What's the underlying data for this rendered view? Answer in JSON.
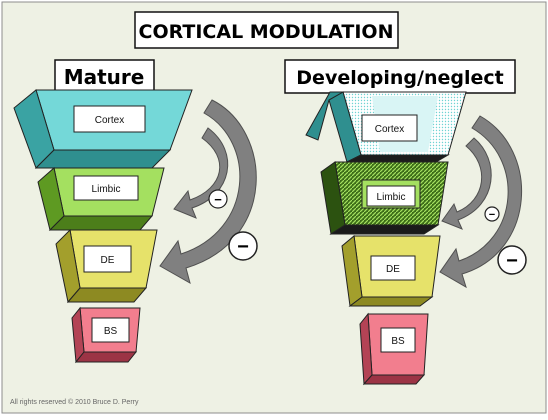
{
  "title": "CORTICAL MODULATION",
  "panels": {
    "mature": {
      "heading": "Mature",
      "layers": [
        "Cortex",
        "Limbic",
        "DE",
        "BS"
      ],
      "arrow_signs": [
        "−",
        "−"
      ]
    },
    "developing": {
      "heading": "Developing/neglect",
      "layers": [
        "Cortex",
        "Limbic",
        "DE",
        "BS"
      ],
      "arrow_signs": [
        "−",
        "−"
      ]
    }
  },
  "footer": "All rights reserved © 2010 Bruce D. Perry",
  "colors": {
    "background": "#eef1e4",
    "cortex": "#74d8d8",
    "limbic": "#a4e060",
    "de": "#e6e26a",
    "bs": "#f27e8e",
    "arrow": "#808080"
  }
}
